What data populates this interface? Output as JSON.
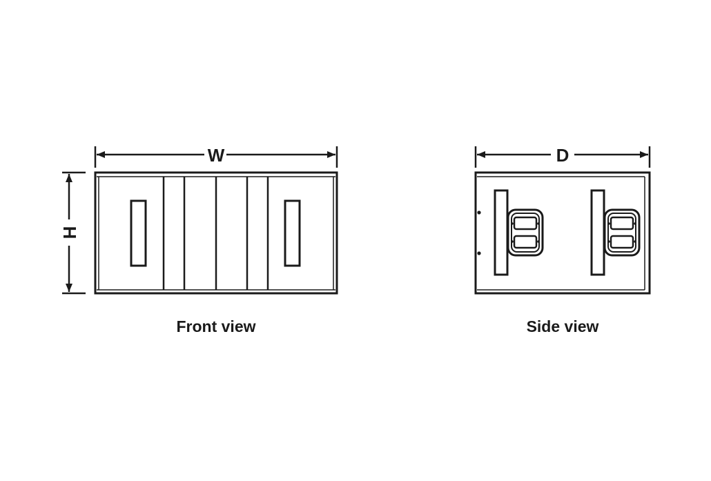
{
  "front_view": {
    "caption": "Front view",
    "width_label": "W",
    "height_label": "H"
  },
  "side_view": {
    "caption": "Side view",
    "depth_label": "D"
  },
  "colors": {
    "line": "#1a1a1a",
    "background": "#ffffff"
  }
}
